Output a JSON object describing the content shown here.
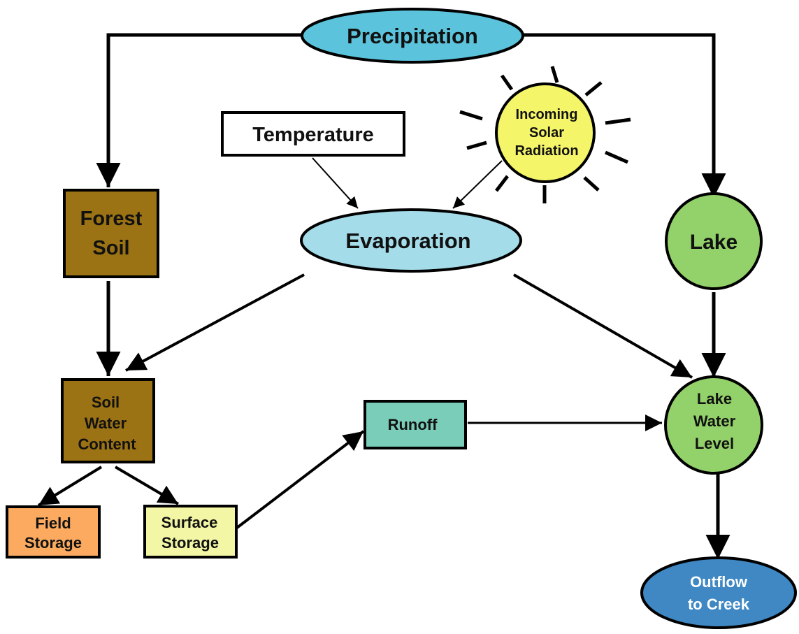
{
  "nodes": {
    "precipitation": {
      "label": "Precipitation",
      "color": "#5bc4dc"
    },
    "temperature": {
      "label": "Temperature",
      "color": "#ffffff"
    },
    "solar": {
      "lines": [
        "Incoming",
        "Solar",
        "Radiation"
      ],
      "color": "#f5f56a"
    },
    "forest_soil": {
      "lines": [
        "Forest",
        "Soil"
      ],
      "color": "#9b7214"
    },
    "evaporation": {
      "label": "Evaporation",
      "color": "#a5dcea"
    },
    "lake": {
      "label": "Lake",
      "color": "#93d26a"
    },
    "soil_water": {
      "lines": [
        "Soil",
        "Water",
        "Content"
      ],
      "color": "#9b7214"
    },
    "runoff": {
      "label": "Runoff",
      "color": "#79cdb9"
    },
    "lake_level": {
      "lines": [
        "Lake",
        "Water",
        "Level"
      ],
      "color": "#93d26a"
    },
    "field_storage": {
      "lines": [
        "Field",
        "Storage"
      ],
      "color": "#fbaa60"
    },
    "surface_storage": {
      "lines": [
        "Surface",
        "Storage"
      ],
      "color": "#f3f7a5"
    },
    "outflow": {
      "lines": [
        "Outflow",
        "to Creek"
      ],
      "color": "#3f88c3"
    }
  },
  "edges": [
    {
      "from": "Precipitation",
      "to": "Forest Soil"
    },
    {
      "from": "Precipitation",
      "to": "Lake"
    },
    {
      "from": "Temperature",
      "to": "Evaporation"
    },
    {
      "from": "Incoming Solar Radiation",
      "to": "Evaporation"
    },
    {
      "from": "Forest Soil",
      "to": "Soil Water Content"
    },
    {
      "from": "Evaporation",
      "to": "Soil Water Content"
    },
    {
      "from": "Evaporation",
      "to": "Lake Water Level"
    },
    {
      "from": "Lake",
      "to": "Lake Water Level"
    },
    {
      "from": "Soil Water Content",
      "to": "Field Storage"
    },
    {
      "from": "Soil Water Content",
      "to": "Surface Storage"
    },
    {
      "from": "Surface Storage",
      "to": "Runoff"
    },
    {
      "from": "Runoff",
      "to": "Lake Water Level"
    },
    {
      "from": "Lake Water Level",
      "to": "Outflow to Creek"
    }
  ]
}
